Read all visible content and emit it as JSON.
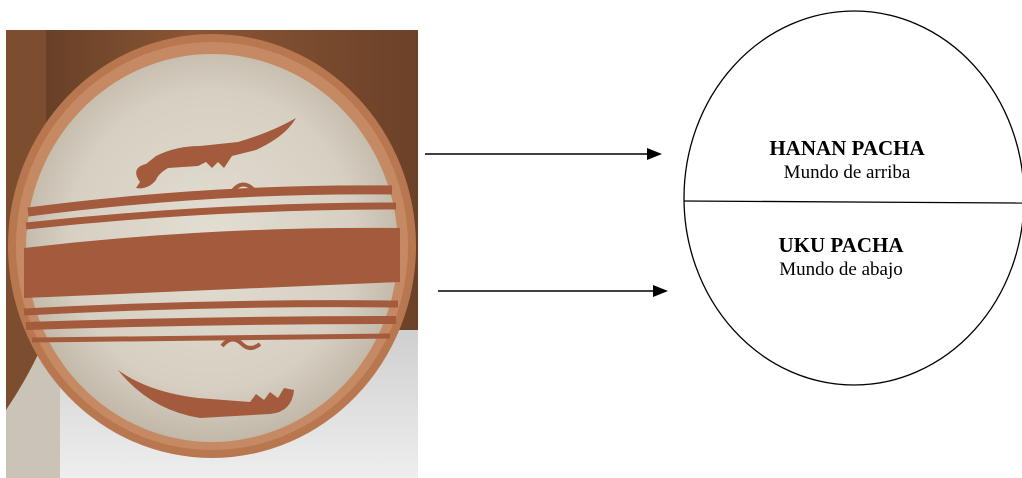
{
  "diagram": {
    "photo": {
      "icon": "ceramic-bowl-photo",
      "colors": {
        "background_wood": "#7a4a2e",
        "bowl_rim": "#b67650",
        "bowl_interior": "#d9d3c7",
        "red_paint": "#a45a3c"
      }
    },
    "circle": {
      "upper": {
        "title": "HANAN PACHA",
        "subtitle": "Mundo de arriba"
      },
      "lower": {
        "title": "UKU PACHA",
        "subtitle": "Mundo de abajo"
      }
    },
    "arrows": [
      {
        "from": "upper-half-of-bowl",
        "to": "upper-half-of-circle"
      },
      {
        "from": "lower-half-of-bowl",
        "to": "lower-half-of-circle"
      }
    ]
  }
}
